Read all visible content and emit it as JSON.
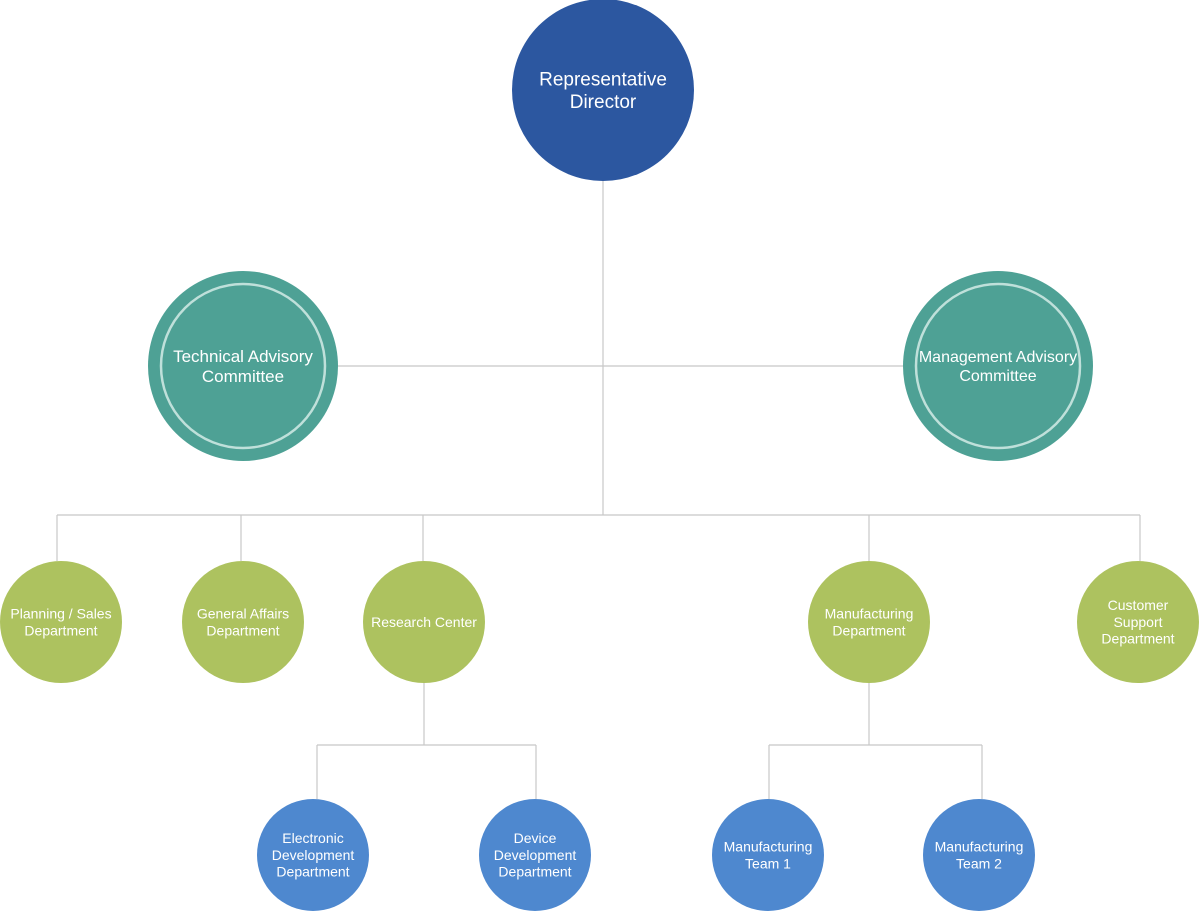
{
  "colors": {
    "top": "#2c57a0",
    "advisory": "#4ea195",
    "advisory_ring": "#bfe0da",
    "department": "#adc25f",
    "team": "#4e88cf",
    "connector": "#c8c8c8"
  },
  "top": {
    "label_lines": [
      "Representative",
      "Director"
    ]
  },
  "advisory": [
    {
      "label_lines": [
        "Technical Advisory",
        "Committee"
      ]
    },
    {
      "label_lines": [
        "Management Advisory",
        "Committee"
      ]
    }
  ],
  "departments": [
    {
      "label_lines": [
        "Planning / Sales",
        "Department"
      ]
    },
    {
      "label_lines": [
        "General Affairs",
        "Department"
      ]
    },
    {
      "label_lines": [
        "Research Center"
      ]
    },
    {
      "label_lines": [
        "Manufacturing",
        "Department"
      ]
    },
    {
      "label_lines": [
        "Customer",
        "Support",
        "Department"
      ]
    }
  ],
  "teams": [
    {
      "label_lines": [
        "Electronic",
        "Development",
        "Department"
      ]
    },
    {
      "label_lines": [
        "Device",
        "Development",
        "Department"
      ]
    },
    {
      "label_lines": [
        "Manufacturing",
        "Team 1"
      ]
    },
    {
      "label_lines": [
        "Manufacturing",
        "Team 2"
      ]
    }
  ]
}
